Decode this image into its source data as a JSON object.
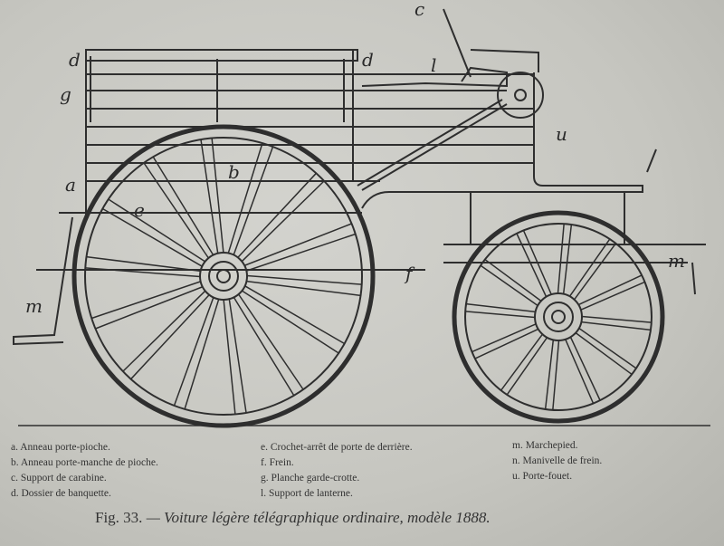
{
  "figure": {
    "callouts": [
      "a",
      "b",
      "c",
      "d",
      "d",
      "e",
      "f",
      "g",
      "l",
      "m",
      "m",
      "u"
    ],
    "legend_columns": [
      [
        "a. Anneau porte-pioche.",
        "b. Anneau porte-manche de pioche.",
        "c. Support de carabine.",
        "d. Dossier de banquette."
      ],
      [
        "e. Crochet-arrêt de porte de derrière.",
        "f. Frein.",
        "g. Planche garde-crotte.",
        "l. Support de lanterne."
      ],
      [
        "m. Marchepied.",
        "n. Manivelle de frein.",
        "u. Porte-fouet."
      ]
    ],
    "caption_number": "Fig. 33.",
    "caption_text": " — Voiture légère télégraphique ordinaire, modèle 1888."
  },
  "colors": {
    "ink": "#2e2e2e",
    "paper": "#c8c8c3"
  }
}
